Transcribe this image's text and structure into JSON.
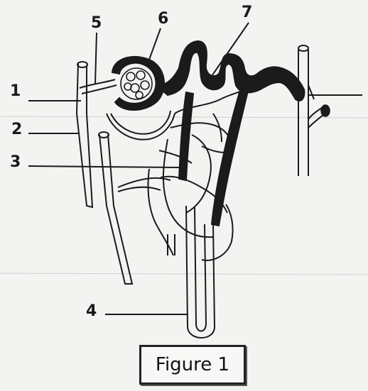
{
  "labels": {
    "n1": "1",
    "n2": "2",
    "n3": "3",
    "n4": "4",
    "n5": "5",
    "n6": "6",
    "n7": "7"
  },
  "caption": "Figure 1",
  "colors": {
    "ink": "#1a1a1a",
    "tubule_dark": "#1b1b1b",
    "paper": "#f3f3f1"
  }
}
